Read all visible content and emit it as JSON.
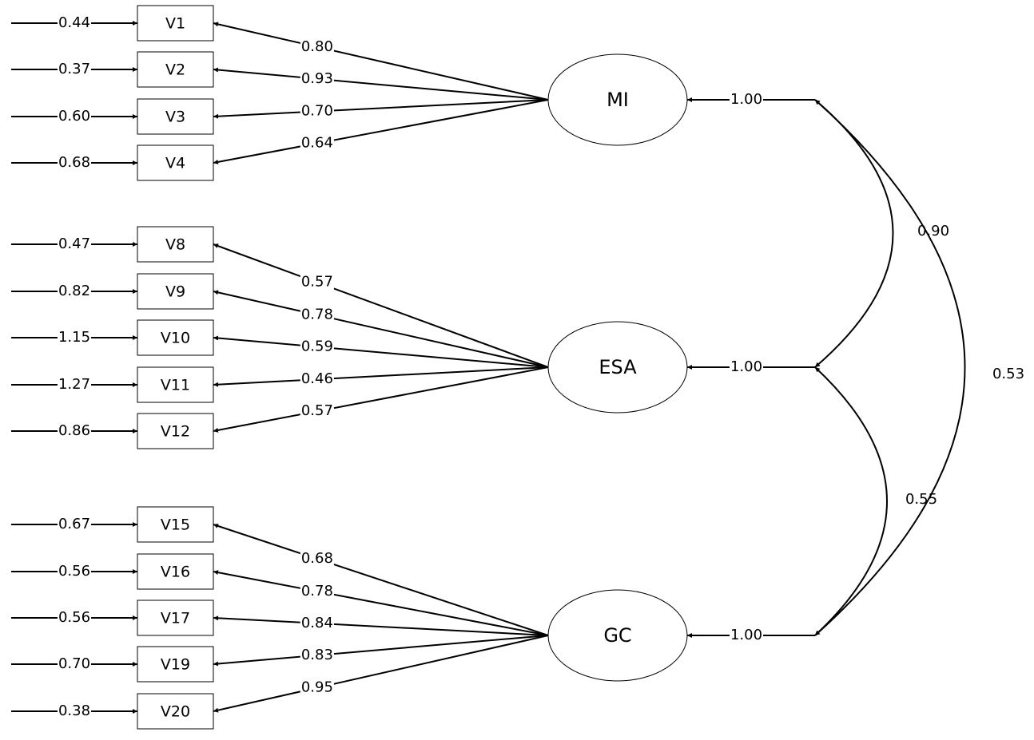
{
  "factors": [
    {
      "id": "MI",
      "label": "MI",
      "variance": "1.00",
      "indicators": [
        {
          "label": "V1",
          "error": "0.44",
          "loading": "0.80"
        },
        {
          "label": "V2",
          "error": "0.37",
          "loading": "0.93"
        },
        {
          "label": "V3",
          "error": "0.60",
          "loading": "0.70"
        },
        {
          "label": "V4",
          "error": "0.68",
          "loading": "0.64"
        }
      ]
    },
    {
      "id": "ESA",
      "label": "ESA",
      "variance": "1.00",
      "indicators": [
        {
          "label": "V8",
          "error": "0.47",
          "loading": "0.57"
        },
        {
          "label": "V9",
          "error": "0.82",
          "loading": "0.78"
        },
        {
          "label": "V10",
          "error": "1.15",
          "loading": "0.59"
        },
        {
          "label": "V11",
          "error": "1.27",
          "loading": "0.46"
        },
        {
          "label": "V12",
          "error": "0.86",
          "loading": "0.57"
        }
      ]
    },
    {
      "id": "GC",
      "label": "GC",
      "variance": "1.00",
      "indicators": [
        {
          "label": "V15",
          "error": "0.67",
          "loading": "0.68"
        },
        {
          "label": "V16",
          "error": "0.56",
          "loading": "0.78"
        },
        {
          "label": "V17",
          "error": "0.56",
          "loading": "0.84"
        },
        {
          "label": "V19",
          "error": "0.70",
          "loading": "0.83"
        },
        {
          "label": "V20",
          "error": "0.38",
          "loading": "0.95"
        }
      ]
    }
  ],
  "correlations": [
    {
      "from": "MI",
      "to": "ESA",
      "value": "0.90"
    },
    {
      "from": "ESA",
      "to": "GC",
      "value": "0.55"
    },
    {
      "from": "MI",
      "to": "GC",
      "value": "0.53"
    }
  ]
}
